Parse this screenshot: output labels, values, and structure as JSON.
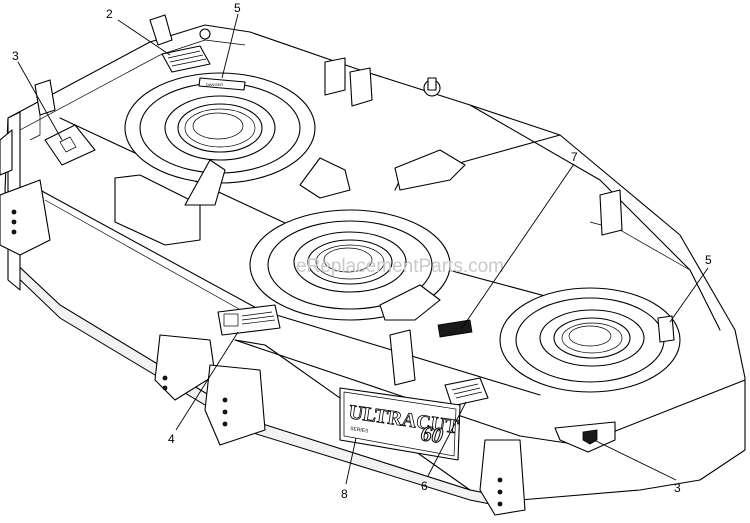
{
  "diagram": {
    "watermark": "eReplacementParts.com",
    "brand_text": "ULTRACUT",
    "brand_number": "60",
    "brand_subtext": "SERIES",
    "danger_label": "DANGER",
    "callouts": [
      {
        "id": "c2a",
        "label": "2"
      },
      {
        "id": "c5a",
        "label": "5"
      },
      {
        "id": "c3a",
        "label": "3"
      },
      {
        "id": "c7",
        "label": "7"
      },
      {
        "id": "c5b",
        "label": "5"
      },
      {
        "id": "c4",
        "label": "4"
      },
      {
        "id": "c8",
        "label": "8"
      },
      {
        "id": "c6",
        "label": "6"
      },
      {
        "id": "c3b",
        "label": "3"
      }
    ]
  }
}
